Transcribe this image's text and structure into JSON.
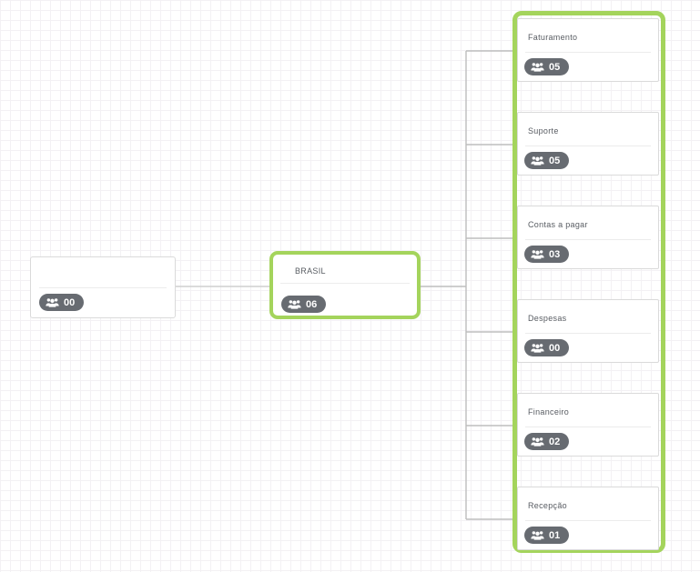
{
  "chart_type": "org-chart",
  "colors": {
    "highlight_green": "#a4d45c",
    "badge_bg": "#676b71",
    "badge_text": "#ffffff",
    "connector": "#bdbdbd",
    "connector_light": "#cfcfcf",
    "card_border": "#dadada",
    "divider": "#ececec",
    "title_text": "#585c62",
    "grid_line": "#f3f1f4"
  },
  "icons": {
    "badge_icon": "users-icon"
  },
  "nodes": {
    "root": {
      "label": "",
      "count": "00"
    },
    "parent": {
      "label": "BRASIL",
      "count": "06",
      "selected": true
    },
    "children": [
      {
        "label": "Faturamento",
        "count": "05"
      },
      {
        "label": "Suporte",
        "count": "05"
      },
      {
        "label": "Contas a pagar",
        "count": "03"
      },
      {
        "label": "Despesas",
        "count": "00"
      },
      {
        "label": "Financeiro",
        "count": "02"
      },
      {
        "label": "Recepção",
        "count": "01"
      }
    ]
  }
}
